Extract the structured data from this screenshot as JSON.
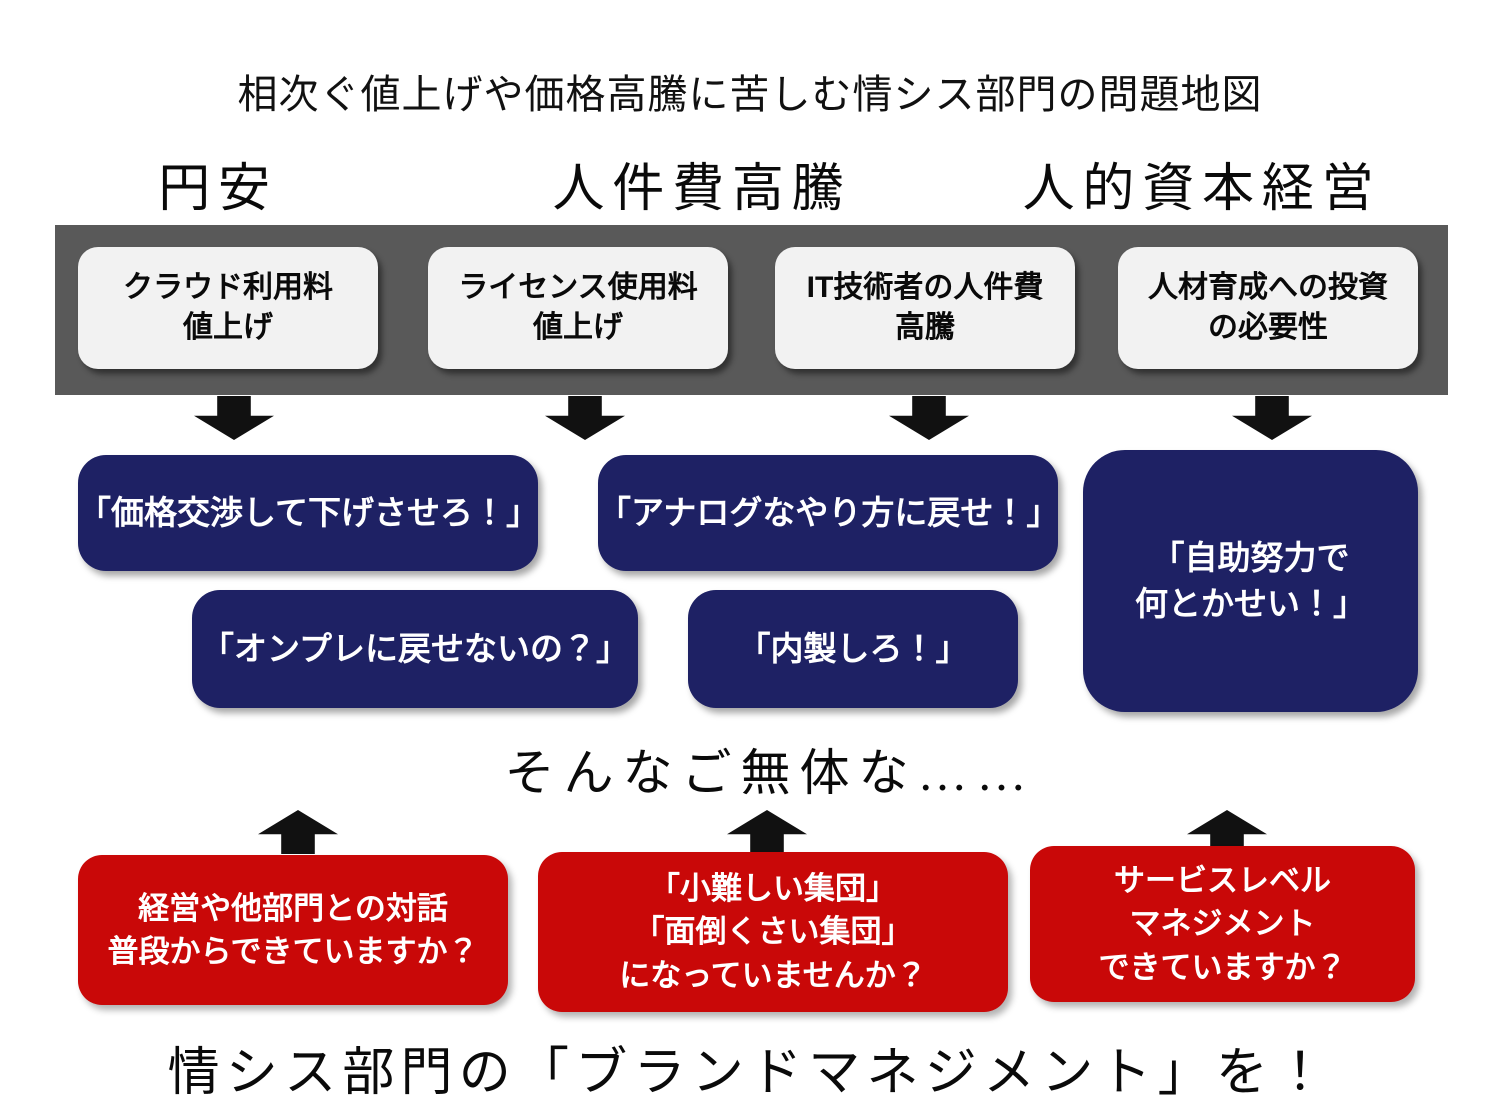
{
  "title": "相次ぐ値上げや価格高騰に苦しむ情シス部門の問題地図",
  "colors": {
    "gray_band": "#595959",
    "factor_box_bg": "#f2f2f2",
    "demand_navy": "#1e2164",
    "question_red": "#c90808",
    "arrow_black": "#111111"
  },
  "pressures": [
    {
      "label": "円安"
    },
    {
      "label": "人件費高騰"
    },
    {
      "label": "人的資本経営"
    }
  ],
  "cost_factors": [
    {
      "text": "クラウド利用料\n値上げ"
    },
    {
      "text": "ライセンス使用料\n値上げ"
    },
    {
      "text": "IT技術者の人件費\n高騰"
    },
    {
      "text": "人材育成への投資\nの必要性"
    }
  ],
  "demands": [
    {
      "text": "「価格交渉して下げさせろ！」"
    },
    {
      "text": "「アナログなやり方に戻せ！」"
    },
    {
      "text": "「自助努力で\n何とかせい！」"
    },
    {
      "text": "「オンプレに戻せないの？」"
    },
    {
      "text": "「内製しろ！」"
    }
  ],
  "lament": "そんなご無体な……",
  "questions": [
    {
      "text": "経営や他部門との対話\n普段からできていますか？"
    },
    {
      "text": "「小難しい集団」\n「面倒くさい集団」\nになっていませんか？"
    },
    {
      "text": "サービスレベル\nマネジメント\nできていますか？"
    }
  ],
  "conclusion": "情シス部門の「ブランドマネジメント」を！"
}
